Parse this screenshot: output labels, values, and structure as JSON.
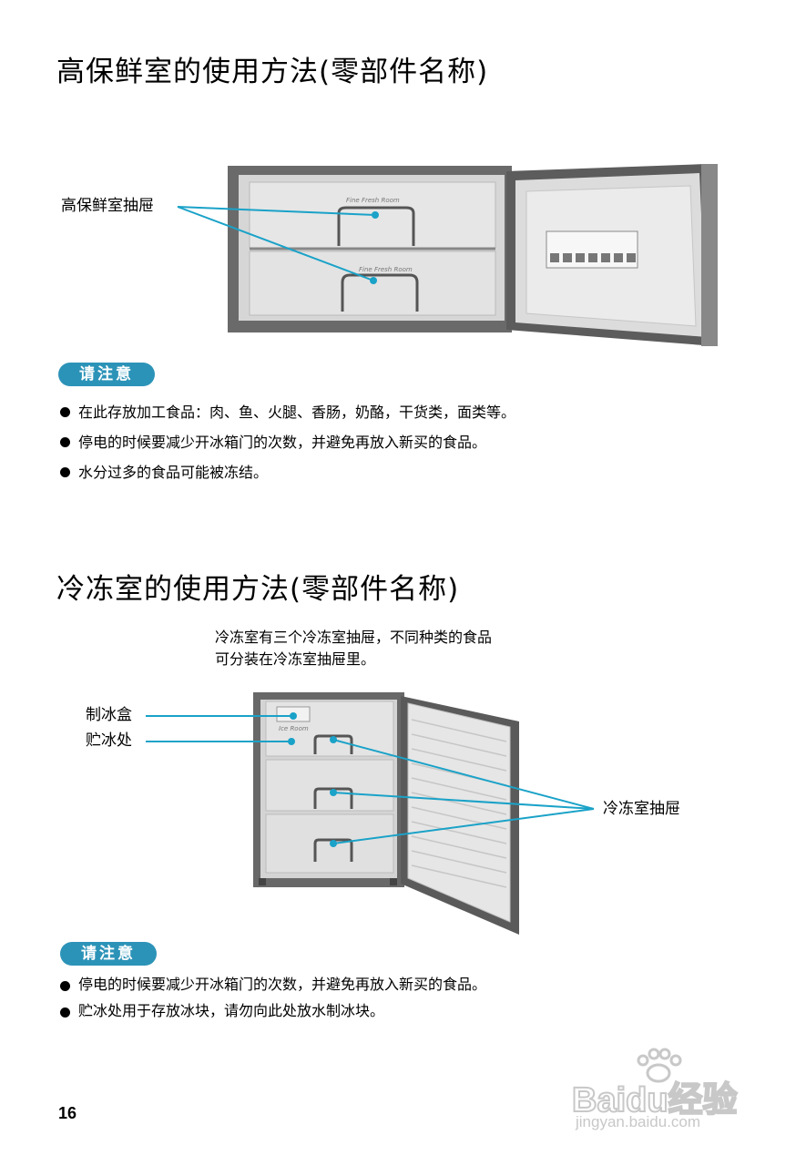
{
  "section1": {
    "title": "高保鲜室的使用方法(零部件名称)",
    "callout_drawer": "高保鲜室抽屉",
    "drawer_tag": "Fine Fresh Room",
    "notice_label": "请注意",
    "notes": [
      "在此存放加工食品：肉、鱼、火腿、香肠，奶酪，干货类，面类等。",
      "停电的时候要减少开冰箱门的次数，并避免再放入新买的食品。",
      "水分过多的食品可能被冻结。"
    ]
  },
  "section2": {
    "title": "冷冻室的使用方法(零部件名称)",
    "intro_lines": [
      "冷冻室有三个冷冻室抽屉，不同种类的食品",
      "可分装在冷冻室抽屉里。"
    ],
    "callout_ice_maker": "制冰盒",
    "callout_ice_storage": "贮冰处",
    "callout_drawers": "冷冻室抽屉",
    "ice_tag": "Ice Room",
    "notice_label": "请注意",
    "notes": [
      "停电的时候要减少开冰箱门的次数，并避免再放入新买的食品。",
      "贮冰处用于存放冰块，请勿向此处放水制冰块。"
    ]
  },
  "page_number": "16",
  "watermark": {
    "brand": "Baidu经验",
    "url": "jingyan.baidu.com"
  },
  "colors": {
    "accent": "#2c93b8",
    "callout_line": "#1aa2c8",
    "watermark": "#c8c8c8"
  }
}
